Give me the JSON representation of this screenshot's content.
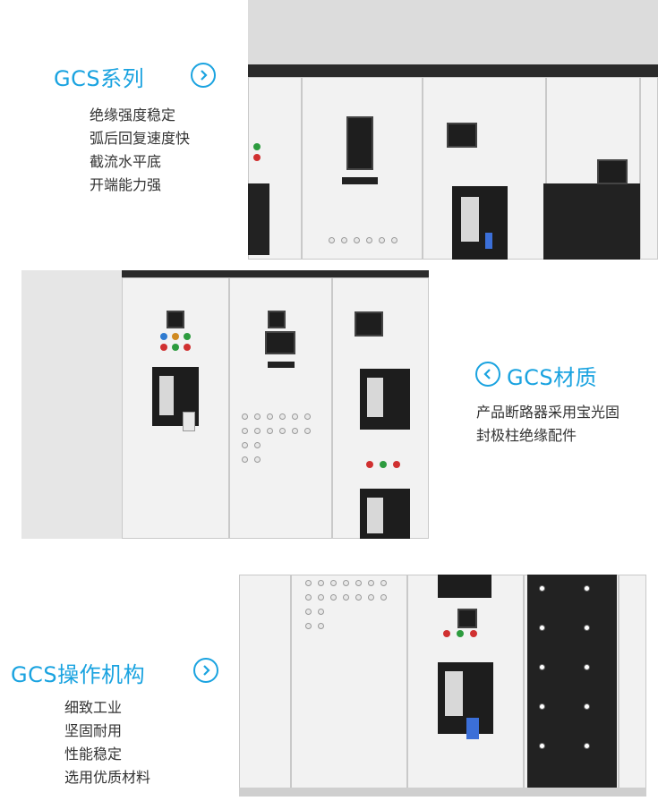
{
  "sections": [
    {
      "title": "GCS系列",
      "arrow_icon": "arrow-right-circle-icon",
      "lines": [
        "绝缘强度稳定",
        "弧后回复速度快",
        "截流水平底",
        "开端能力强"
      ]
    },
    {
      "title": "GCS材质",
      "arrow_icon": "arrow-left-circle-icon",
      "lines": [
        "产品断路器采用宝光固",
        "封极柱绝缘配件"
      ]
    },
    {
      "title": "GCS操作机构",
      "arrow_icon": "arrow-right-circle-icon",
      "lines": [
        "细致工业",
        "坚固耐用",
        "性能稳定",
        "选用优质材料"
      ]
    }
  ],
  "colors": {
    "accent": "#1aa3e0",
    "text": "#333333"
  }
}
